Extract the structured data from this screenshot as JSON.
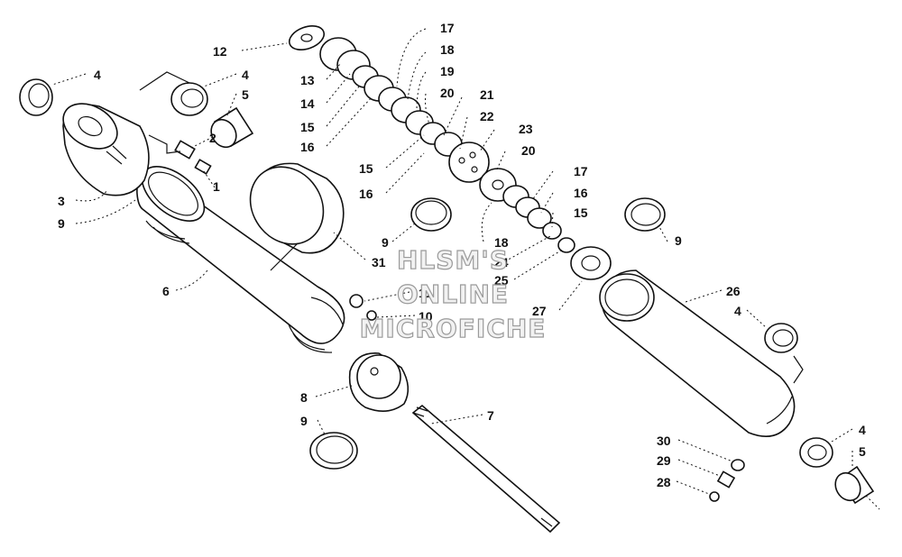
{
  "watermark": {
    "line1": "HLSM'S",
    "line2": "ONLINE",
    "line3": "MICROFICHE"
  },
  "callouts": [
    {
      "id": "c1",
      "text": "1"
    },
    {
      "id": "c2",
      "text": "2"
    },
    {
      "id": "c3",
      "text": "3"
    },
    {
      "id": "c4a",
      "text": "4"
    },
    {
      "id": "c4b",
      "text": "4"
    },
    {
      "id": "c4c",
      "text": "4"
    },
    {
      "id": "c4d",
      "text": "4"
    },
    {
      "id": "c5a",
      "text": "5"
    },
    {
      "id": "c5b",
      "text": "5"
    },
    {
      "id": "c6",
      "text": "6"
    },
    {
      "id": "c7",
      "text": "7"
    },
    {
      "id": "c8",
      "text": "8"
    },
    {
      "id": "c9a",
      "text": "9"
    },
    {
      "id": "c9b",
      "text": "9"
    },
    {
      "id": "c9c",
      "text": "9"
    },
    {
      "id": "c9d",
      "text": "9"
    },
    {
      "id": "c10",
      "text": "10"
    },
    {
      "id": "c11",
      "text": "11"
    },
    {
      "id": "c12",
      "text": "12"
    },
    {
      "id": "c13",
      "text": "13"
    },
    {
      "id": "c14",
      "text": "14"
    },
    {
      "id": "c15a",
      "text": "15"
    },
    {
      "id": "c15b",
      "text": "15"
    },
    {
      "id": "c15c",
      "text": "15"
    },
    {
      "id": "c16a",
      "text": "16"
    },
    {
      "id": "c16b",
      "text": "16"
    },
    {
      "id": "c16c",
      "text": "16"
    },
    {
      "id": "c17a",
      "text": "17"
    },
    {
      "id": "c17b",
      "text": "17"
    },
    {
      "id": "c18a",
      "text": "18"
    },
    {
      "id": "c18b",
      "text": "18"
    },
    {
      "id": "c19",
      "text": "19"
    },
    {
      "id": "c20a",
      "text": "20"
    },
    {
      "id": "c20b",
      "text": "20"
    },
    {
      "id": "c21",
      "text": "21"
    },
    {
      "id": "c22",
      "text": "22"
    },
    {
      "id": "c23",
      "text": "23"
    },
    {
      "id": "c24",
      "text": "24"
    },
    {
      "id": "c25",
      "text": "25"
    },
    {
      "id": "c26",
      "text": "26"
    },
    {
      "id": "c27",
      "text": "27"
    },
    {
      "id": "c28",
      "text": "28"
    },
    {
      "id": "c29",
      "text": "29"
    },
    {
      "id": "c30",
      "text": "30"
    },
    {
      "id": "c31",
      "text": "31"
    }
  ]
}
